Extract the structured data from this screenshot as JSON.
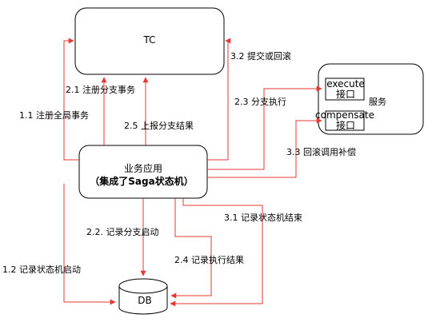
{
  "nodes": {
    "tc": "TC",
    "app_line1": "业务应用",
    "app_line2": "（集成了Saga状态机）",
    "service": "服务",
    "execute_top": "execute",
    "execute_bottom": "接口",
    "compensate_top": "compensate",
    "compensate_bottom": "接口",
    "db": "DB"
  },
  "edges": {
    "register_global": "1.1 注册全局事务",
    "register_branch": "2.1 注册分支事务",
    "report_branch": "2.5 上报分支结果",
    "commit_rollback": "3.2 提交或回滚",
    "branch_execute": "2.3 分支执行",
    "rollback_compensate": "3.3 回滚调用补偿",
    "record_sm_end": "3.1 记录状态机结束",
    "record_branch_start": "2.2. 记录分支启动",
    "record_exec_result": "2.4 记录执行结果",
    "record_sm_start": "1.2 记录状态机启动"
  },
  "colors": {
    "arrow": "#e53935",
    "stroke": "#000000",
    "fill": "#ffffff"
  }
}
